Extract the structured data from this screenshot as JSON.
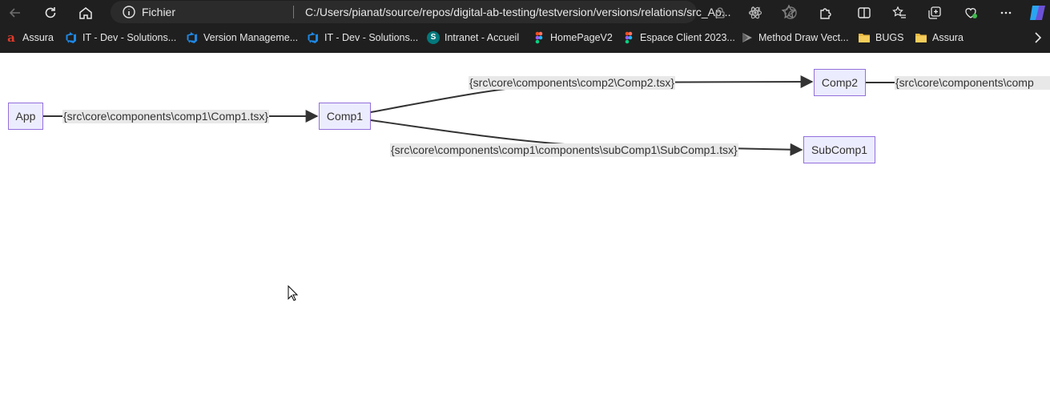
{
  "browser": {
    "address_bar": {
      "scheme_label": "Fichier",
      "url": "C:/Users/pianat/source/repos/digital-ab-testing/testversion/versions/relations/src_Ap...",
      "read_aloud_label": "A⁴"
    },
    "bookmarks": [
      {
        "label": "Assura",
        "icon": "assura-logo-icon"
      },
      {
        "label": "IT - Dev - Solutions...",
        "icon": "azure-devops-icon"
      },
      {
        "label": "Version Manageme...",
        "icon": "azure-devops-icon"
      },
      {
        "label": "IT - Dev - Solutions...",
        "icon": "azure-devops-icon"
      },
      {
        "label": "Intranet - Accueil",
        "icon": "sharepoint-icon"
      },
      {
        "label": "HomePageV2",
        "icon": "figma-icon"
      },
      {
        "label": "Espace Client 2023...",
        "icon": "figma-icon"
      },
      {
        "label": "Method Draw Vect...",
        "icon": "method-draw-icon"
      },
      {
        "label": "BUGS",
        "icon": "folder-icon"
      },
      {
        "label": "Assura",
        "icon": "folder-icon"
      }
    ]
  },
  "diagram": {
    "nodes": {
      "app": "App",
      "comp1": "Comp1",
      "comp2": "Comp2",
      "subcomp1": "SubComp1"
    },
    "edges": {
      "app_comp1": "{src\\core\\components\\comp1\\Comp1.tsx}",
      "comp1_comp2": "{src\\core\\components\\comp2\\Comp2.tsx}",
      "comp1_subcomp1": "{src\\core\\components\\comp1\\components\\subComp1\\SubComp1.tsx}",
      "comp2_next": "{src\\core\\components\\comp"
    }
  },
  "colors": {
    "node_fill": "#ececff",
    "node_border": "#9370db",
    "edge_label_bg": "#e8e8e8",
    "chrome_bg": "#1f1f1f"
  }
}
